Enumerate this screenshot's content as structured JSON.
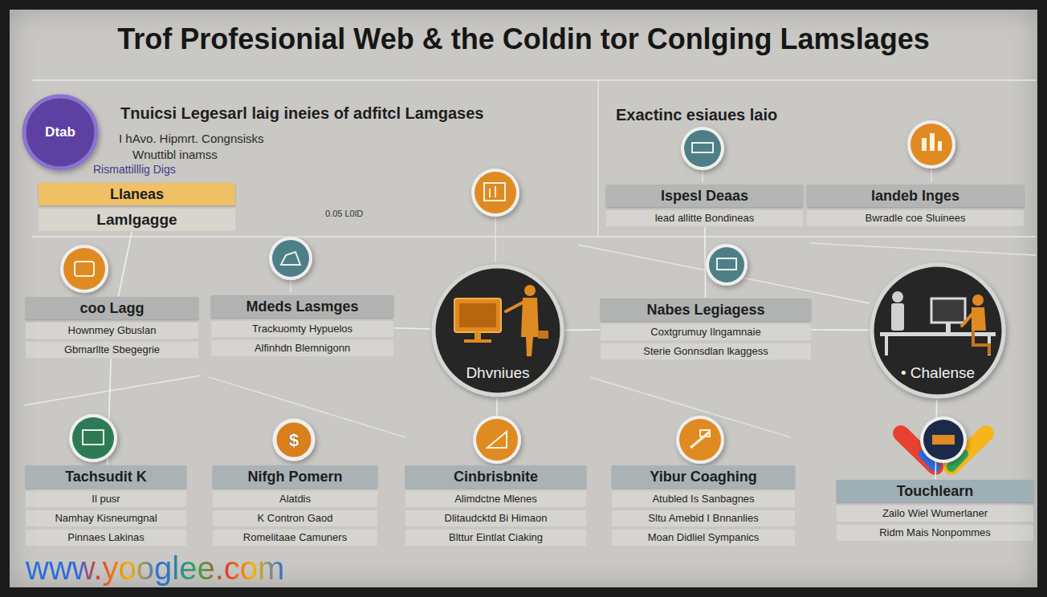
{
  "diagram": {
    "title": "Trof Profesionial Web & the Coldin tor Conlging Lamslages",
    "nodes": [
      {
        "text": [
          "Dtab"
        ]
      },
      {
        "text": [
          "Llaneas",
          "Lamlgagge"
        ]
      },
      {
        "text": [
          "Ispesl Deaas",
          "lead allitte Bondineas"
        ]
      },
      {
        "text": [
          "landeb Inges",
          "Bwradle coe Sluinees"
        ]
      },
      {
        "text": [
          "coo Lagg",
          "Hownmey Gbuslan",
          "Gbmarllte Sbegegrie"
        ]
      },
      {
        "text": [
          "Mdeds Lasmges",
          "Trackuomty Hypuelos",
          "Alfinhdn Blemnigonn"
        ]
      },
      {
        "text": [
          "Dhvniues"
        ]
      },
      {
        "text": [
          "Nabes Legiagess",
          "Coxtgrumuy Ilngamnaie",
          "Sterie Gonnsdlan lkaggess"
        ]
      },
      {
        "text": [
          "• Chalense"
        ]
      },
      {
        "text": [
          "Tachsudit K",
          "Il pusr",
          "Namhay Kisneumgnal",
          "Pinnaes Lakinas"
        ]
      },
      {
        "text": [
          "$"
        ]
      },
      {
        "text": [
          "Nifgh Pomern",
          "Alatdis",
          "K Contron Gaod",
          "Romelitaae Camuners"
        ]
      },
      {
        "text": [
          "Cinbrisbnite",
          "Alimdctne Mlenes",
          "Dlitaudcktd Bi Himaon",
          "Blttur Eintlat Ciaking"
        ]
      },
      {
        "text": [
          "Yibur Coaghing",
          "Atubled Is Sanbagnes",
          "Sltu Amebid I Bnnanlies",
          "Moan Didliel Sympanics"
        ]
      },
      {
        "text": [
          "Touchlearn",
          "Zailo Wiel Wumerlaner",
          "Ridm Mais Nonpommes"
        ]
      }
    ],
    "edges": [
      {
        "from": 1,
        "to": 4,
        "arrow": "none"
      },
      {
        "from": 2,
        "to": 7,
        "arrow": "none"
      },
      {
        "from": 4,
        "to": 9,
        "arrow": "none"
      },
      {
        "from": 6,
        "to": 5,
        "arrow": "none"
      },
      {
        "from": 6,
        "to": 7,
        "arrow": "none"
      },
      {
        "from": 6,
        "to": 12,
        "arrow": "none"
      },
      {
        "from": 7,
        "to": 8,
        "arrow": "none"
      },
      {
        "from": 8,
        "to": 14,
        "arrow": "none"
      }
    ],
    "labels": [
      "Tnuicsi Legesarl laig ineies of adfitcl Lamgases",
      "I hAvo. Hipmrt. Congnsisks",
      "Wnuttibl inamss",
      "Rismattilllig Digs",
      "0.05 L0lD",
      "Exactinc esiaues laio",
      "www.yooglee.com"
    ]
  }
}
